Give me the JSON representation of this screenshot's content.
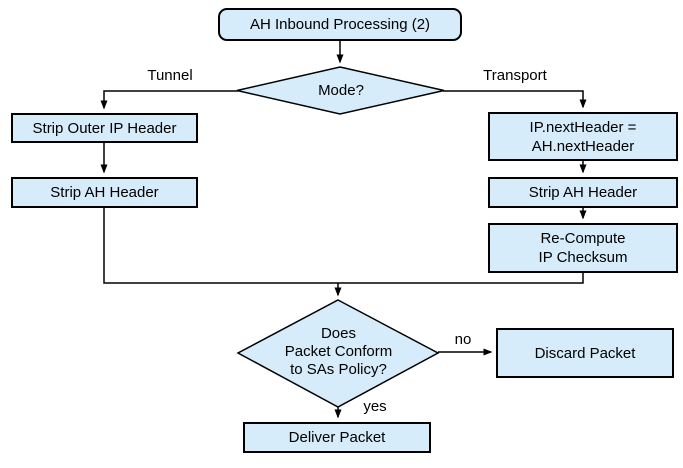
{
  "diagram": {
    "title": "AH Inbound Processing (2)",
    "type": "flowchart",
    "colors": {
      "node_fill": "#d6ecfa",
      "node_border": "#000000",
      "connector": "#000000",
      "background": "#ffffff",
      "text": "#000000"
    },
    "nodes": {
      "start": {
        "label": "AH Inbound Processing (2)",
        "shape": "rounded-rectangle"
      },
      "mode_decision": {
        "label": "Mode?",
        "shape": "diamond"
      },
      "strip_outer_ip": {
        "label": "Strip Outer IP Header",
        "shape": "rectangle"
      },
      "strip_ah_tunnel": {
        "label": "Strip AH Header",
        "shape": "rectangle"
      },
      "ip_next_header": {
        "label": "IP.nextHeader =\nAH.nextHeader",
        "shape": "rectangle"
      },
      "strip_ah_transport": {
        "label": "Strip AH Header",
        "shape": "rectangle"
      },
      "recompute_checksum": {
        "label": "Re-Compute\nIP Checksum",
        "shape": "rectangle"
      },
      "policy_decision": {
        "label": "Does\nPacket Conform\nto SAs Policy?",
        "shape": "diamond"
      },
      "discard": {
        "label": "Discard Packet",
        "shape": "rectangle"
      },
      "deliver": {
        "label": "Deliver Packet",
        "shape": "rectangle"
      }
    },
    "edge_labels": {
      "tunnel": "Tunnel",
      "transport": "Transport",
      "no": "no",
      "yes": "yes"
    },
    "edges": [
      {
        "from": "start",
        "to": "mode_decision"
      },
      {
        "from": "mode_decision",
        "to": "strip_outer_ip",
        "label": "Tunnel"
      },
      {
        "from": "strip_outer_ip",
        "to": "strip_ah_tunnel"
      },
      {
        "from": "mode_decision",
        "to": "ip_next_header",
        "label": "Transport"
      },
      {
        "from": "ip_next_header",
        "to": "strip_ah_transport"
      },
      {
        "from": "strip_ah_transport",
        "to": "recompute_checksum"
      },
      {
        "from": "strip_ah_tunnel",
        "to": "policy_decision"
      },
      {
        "from": "recompute_checksum",
        "to": "policy_decision"
      },
      {
        "from": "policy_decision",
        "to": "discard",
        "label": "no"
      },
      {
        "from": "policy_decision",
        "to": "deliver",
        "label": "yes"
      }
    ]
  }
}
